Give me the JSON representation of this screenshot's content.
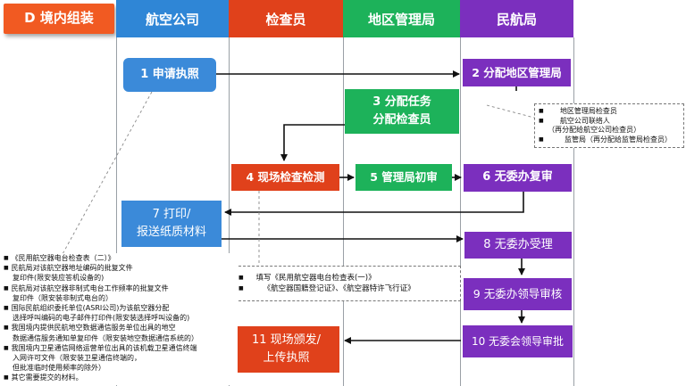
{
  "title_tag": "D 境内组装",
  "lanes": [
    "航空公司",
    "检查员",
    "地区管理局",
    "民航局"
  ],
  "colors": {
    "title_tag": "#f15a22",
    "airline": "#2f86d6",
    "inspector": "#e0411b",
    "regional": "#1db25a",
    "caac": "#7b2fbe",
    "step1": "#3b8ad9",
    "step7": "#3b8ad9"
  },
  "steps": {
    "s1": "1 申请执照",
    "s2": "2 分配地区管理局",
    "s3a": "3 分配任务",
    "s3b": "分配检查员",
    "s4": "4 现场检查检测",
    "s5": "5 管理局初审",
    "s6": "6 无委办复审",
    "s7a": "7 打印/",
    "s7b": "报送纸质材料",
    "s8": "8 无委办受理",
    "s9": "9 无委办领导审核",
    "s10": "10 无委会领导审批",
    "s11a": "11 现场颁发/",
    "s11b": "上传执照"
  },
  "notes": {
    "right": [
      "地区管理局检查员",
      "航空公司联络人",
      "（再分配给航空公司检查员）",
      "监管局（再分配给监管局检查员）"
    ],
    "middle": [
      "填写《民用航空器电台检查表(一)》",
      "《航空器国籍登记证》、《航空器特许飞行证》"
    ],
    "left": [
      "《民用航空器电台检查表（二）》",
      "民航局对该航空器地址编码的批复文件",
      "复印件(限安装应答机设备的)",
      "民航局对该航空器非制式电台工作频率的批复文件",
      "复印件（限安装非制式电台的）",
      "国际民航组织委托单位(ASRI公司)为该航空器分配",
      "选择呼叫编码的电子邮件打印件(限安装选择呼叫设备的)",
      "我国境内提供民航地空数据通信服务单位出具的地空",
      "数据通信服务通知单复印件（限安装地空数据通信系统的）",
      "我国境内卫星通信网络运营单位出具的该机载卫星通信终端",
      "入网许可文件（限安装卫星通信终端的，",
      "但批准临时使用频率的除外）",
      "其它需要提交的材料。"
    ],
    "left_bulleted": [
      true,
      true,
      false,
      true,
      false,
      true,
      false,
      true,
      false,
      true,
      false,
      false,
      true
    ]
  }
}
